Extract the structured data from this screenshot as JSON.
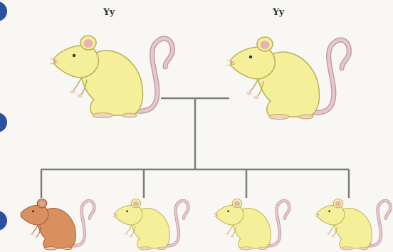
{
  "parents": [
    {
      "genotype": "Yy",
      "phenotype": "yellow"
    },
    {
      "genotype": "Yy",
      "phenotype": "yellow"
    }
  ],
  "offspring": [
    {
      "phenotype": "brown"
    },
    {
      "phenotype": "yellow"
    },
    {
      "phenotype": "yellow"
    },
    {
      "phenotype": "yellow"
    }
  ],
  "colors": {
    "yellow_body": "#f6ef9a",
    "yellow_outline": "#b9ae58",
    "brown_body": "#d9905e",
    "brown_outline": "#9a5a31",
    "ear_pink": "#eab0b4",
    "tail_pink": "#e9c6cc",
    "tail_outline": "#b7959c",
    "line": "#7d7d7d",
    "side_circle": "#2d4fa0"
  }
}
